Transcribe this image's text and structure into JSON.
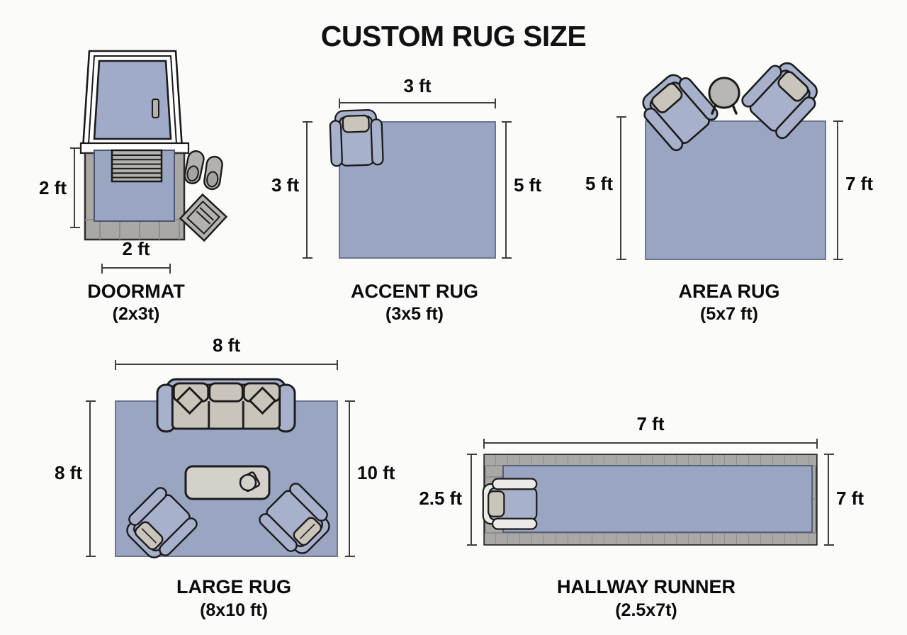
{
  "title": "CUSTOM RUG SIZE",
  "colors": {
    "background": "#fbfbfa",
    "rug_blue": "#9aa5c2",
    "rug_border": "#6c7490",
    "furniture_blue": "#a7b1cb",
    "cushion_beige": "#cac5bb",
    "object_gray": "#b4b2ae",
    "floor_gray": "#a9a8a4",
    "table_gray": "#d4d1ca",
    "outline": "#1b1b1b",
    "dimension_line": "#3f3f3f",
    "text": "#0b0b0b"
  },
  "sections": [
    {
      "name": "DOORMAT",
      "size": "(2x3t)",
      "dims": {
        "left": "2 ft",
        "bottom": "2 ft"
      },
      "icons": [
        "door-top-view-icon",
        "tile-floor-icon",
        "doormat-rug-icon",
        "ribbed-mat-icon",
        "slippers-icon",
        "folded-mat-icon"
      ]
    },
    {
      "name": "ACCENT RUG",
      "size": "(3x5 ft)",
      "dims": {
        "top": "3 ft",
        "left": "3 ft",
        "right": "5 ft"
      },
      "icons": [
        "armchair-icon"
      ]
    },
    {
      "name": "AREA RUG",
      "size": "(5x7 ft)",
      "dims": {
        "left": "5 ft",
        "right": "7 ft"
      },
      "icons": [
        "armchair-icon",
        "round-side-table-icon",
        "armchair-icon"
      ]
    },
    {
      "name": "LARGE RUG",
      "size": "(8x10 ft)",
      "dims": {
        "top": "8 ft",
        "left": "8 ft",
        "right": "10 ft"
      },
      "icons": [
        "sofa-icon",
        "coffee-table-icon",
        "armchair-icon",
        "armchair-icon"
      ]
    },
    {
      "name": "HALLWAY RUNNER",
      "size": "(2.5x7t)",
      "dims": {
        "top": "7 ft",
        "left": "2.5 ft",
        "right": "7 ft"
      },
      "icons": [
        "plank-floor-icon",
        "armchair-icon"
      ]
    }
  ]
}
